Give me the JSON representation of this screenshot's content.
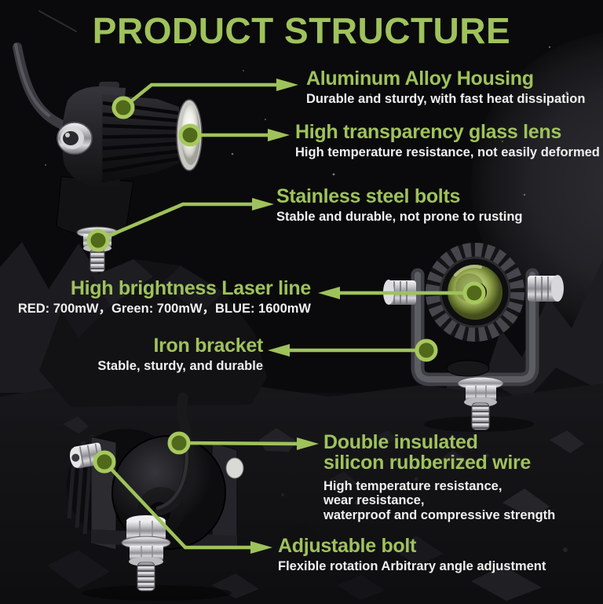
{
  "title": "PRODUCT STRUCTURE",
  "theme": {
    "accent_green": "#9fc25b",
    "text_white": "#f0f0f0",
    "background": "#0a0a0c",
    "lens_green": "#b7c97c"
  },
  "products": [
    {
      "name": "spotlight-side-view"
    },
    {
      "name": "spotlight-front-view"
    },
    {
      "name": "spotlight-rear-view"
    }
  ],
  "callouts": {
    "housing": {
      "title": "Aluminum Alloy Housing",
      "desc": "Durable and sturdy, with fast heat dissipation"
    },
    "glass_lens": {
      "title": "High transparency glass lens",
      "desc": "High temperature resistance, not easily deformed"
    },
    "bolts": {
      "title": "Stainless steel bolts",
      "desc": "Stable and durable, not prone to rusting"
    },
    "laser": {
      "title": "High brightness Laser line",
      "desc": "RED: 700mW，Green: 700mW，BLUE: 1600mW"
    },
    "bracket": {
      "title": "Iron bracket",
      "desc": "Stable, sturdy, and durable"
    },
    "wire": {
      "title_line1": "Double insulated",
      "title_line2": "silicon rubberized wire",
      "desc_line1": "High temperature resistance,",
      "desc_line2": "wear resistance,",
      "desc_line3": "waterproof and compressive strength"
    },
    "adjust_bolt": {
      "title": "Adjustable bolt",
      "desc": "Flexible rotation Arbitrary angle adjustment"
    }
  }
}
